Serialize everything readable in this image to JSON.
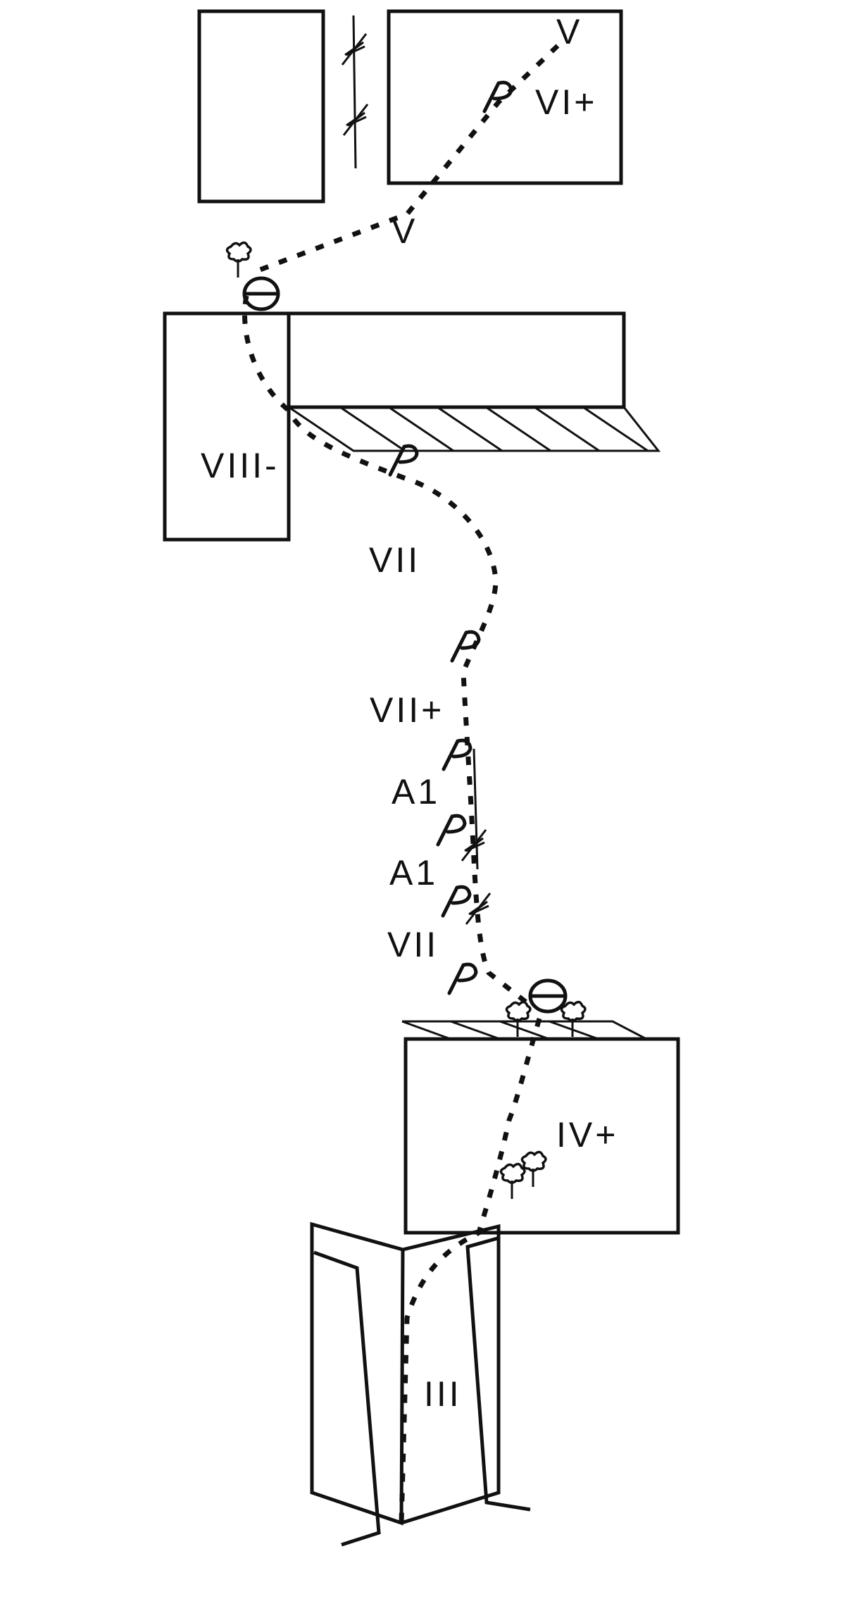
{
  "title": "Climbing route topo",
  "grades": {
    "top_v": "V",
    "vi_plus": "VI+",
    "mid_v": "V",
    "viii_minus": "VIII-",
    "vii_upper": "VII",
    "vii_plus": "VII+",
    "a1_upper": "A1",
    "a1_lower": "A1",
    "vii_lower": "VII",
    "iv_plus": "IV+",
    "iii": "III"
  },
  "symbols": [
    "belay-station",
    "piton",
    "bolt",
    "tree",
    "roof-overhang"
  ]
}
